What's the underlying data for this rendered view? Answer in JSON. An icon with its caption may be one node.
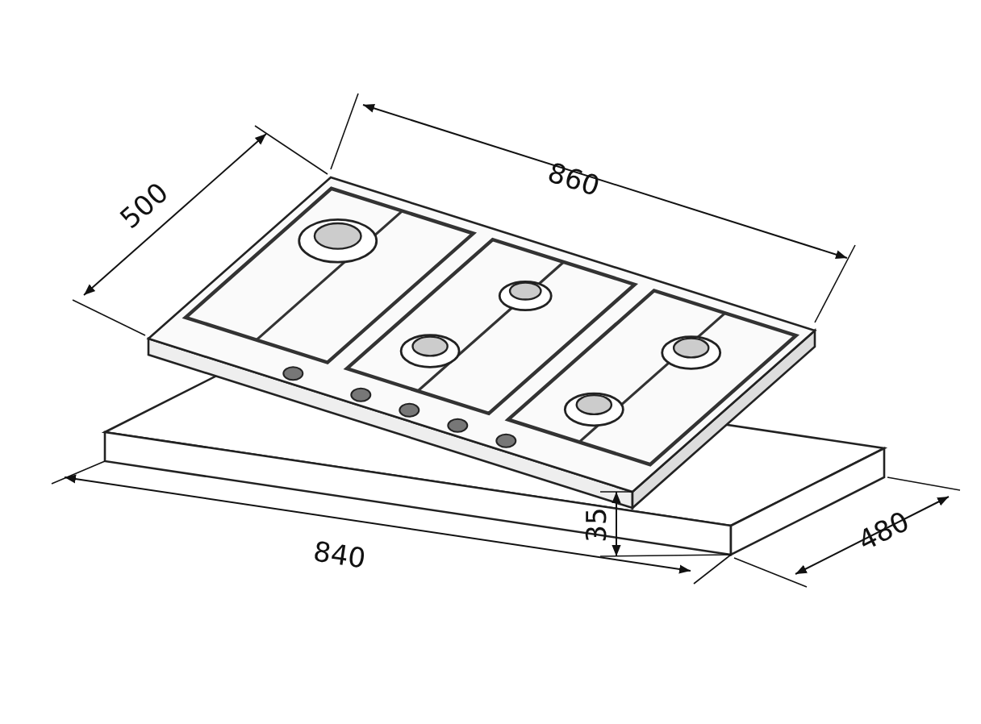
{
  "diagram": {
    "labels": [
      "860",
      "500",
      "480",
      "35",
      "840"
    ]
  }
}
